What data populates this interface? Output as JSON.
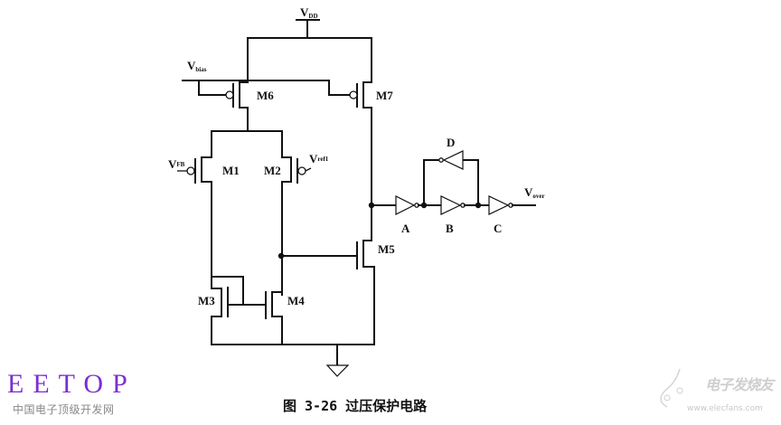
{
  "figure": {
    "caption": "图 3-26 过压保护电路",
    "title": "Overvoltage protection circuit"
  },
  "supply": {
    "vdd_label": "V",
    "vdd_sub": "DD",
    "ground": "ground-symbol"
  },
  "inputs": {
    "vbias_label": "V",
    "vbias_sub": "bias",
    "vfb_label": "V",
    "vfb_sub": "FB",
    "vref_label": "V",
    "vref_sub": "ref1"
  },
  "output": {
    "vover_label": "V",
    "vover_sub": "over"
  },
  "transistors": [
    {
      "id": "M1",
      "type": "PMOS",
      "role": "diff-pair input (VFB)"
    },
    {
      "id": "M2",
      "type": "PMOS",
      "role": "diff-pair input (Vref1)"
    },
    {
      "id": "M3",
      "type": "NMOS",
      "role": "current mirror (diode)"
    },
    {
      "id": "M4",
      "type": "NMOS",
      "role": "current mirror"
    },
    {
      "id": "M5",
      "type": "NMOS",
      "role": "gain stage"
    },
    {
      "id": "M6",
      "type": "PMOS",
      "role": "tail current source"
    },
    {
      "id": "M7",
      "type": "PMOS",
      "role": "load current source"
    }
  ],
  "inverters": [
    {
      "id": "A",
      "role": "buffer"
    },
    {
      "id": "B",
      "role": "latch forward"
    },
    {
      "id": "C",
      "role": "output driver"
    },
    {
      "id": "D",
      "role": "latch feedback"
    }
  ],
  "watermarks": {
    "eetop_logo": "EETOP",
    "eetop_sub": "中国电子顶级开发网",
    "elecfans_title": "电子发烧友",
    "elecfans_url": "www.elecfans.com"
  }
}
